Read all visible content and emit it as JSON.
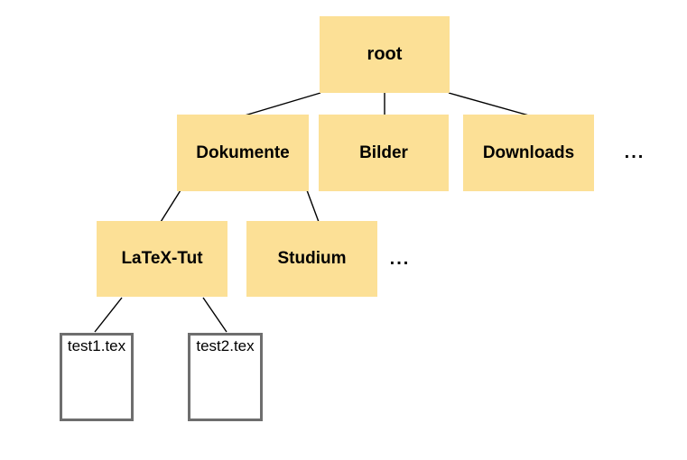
{
  "diagram": {
    "type": "file-system-tree",
    "colors": {
      "folder_fill": "#FCE096",
      "file_border": "#6E6E6E",
      "edge": "#000000",
      "text": "#000000"
    },
    "nodes": {
      "root": "root",
      "dokumente": "Dokumente",
      "bilder": "Bilder",
      "downloads": "Downloads",
      "row2_ellipsis": "...",
      "latex_tut": "LaTeX-Tut",
      "studium": "Studium",
      "row3_ellipsis": "...",
      "test1": "test1.tex",
      "test2": "test2.tex"
    },
    "structure": {
      "root": [
        "Dokumente",
        "Bilder",
        "Downloads",
        "..."
      ],
      "Dokumente": [
        "LaTeX-Tut",
        "Studium",
        "..."
      ],
      "LaTeX-Tut": [
        "test1.tex",
        "test2.tex"
      ]
    }
  }
}
